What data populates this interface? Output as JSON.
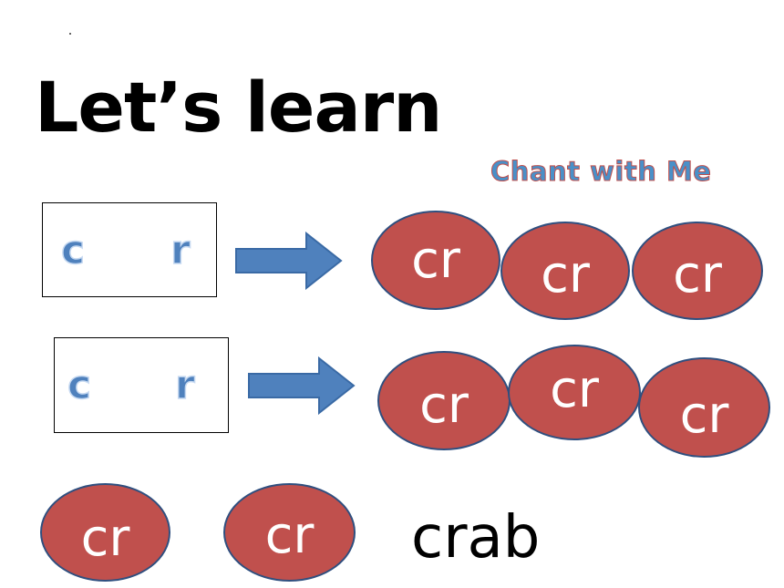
{
  "title": "Let’s learn",
  "chant_label": "Chant with Me",
  "rows": [
    {
      "letters": [
        "c",
        "r"
      ],
      "ovals": [
        "cr",
        "cr",
        "cr"
      ]
    },
    {
      "letters": [
        "c",
        "r"
      ],
      "ovals": [
        "cr",
        "cr",
        "cr"
      ]
    }
  ],
  "bottom": {
    "ovals": [
      "cr",
      "cr"
    ],
    "word": "crab"
  },
  "colors": {
    "oval_fill": "#c0504d",
    "oval_border": "#2f4f7f",
    "arrow_fill": "#4f81bd",
    "letter_color": "#4f81bd",
    "chant_color": "#4a90c8"
  }
}
